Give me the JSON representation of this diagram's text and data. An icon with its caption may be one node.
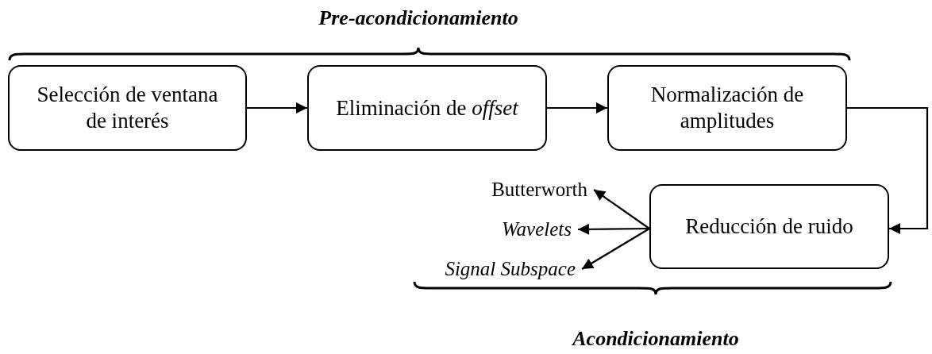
{
  "diagram": {
    "nodes": [
      {
        "text": [
          "Selección de ventana de interés"
        ]
      },
      {
        "text": [
          "Eliminación de *offset*"
        ]
      },
      {
        "text": [
          "Normalización de amplitudes"
        ]
      },
      {
        "text": [
          "Reducción de ruido"
        ]
      },
      {
        "text": [
          "Butterworth"
        ]
      },
      {
        "text": [
          "Wavelets"
        ]
      },
      {
        "text": [
          "Signal Subspace"
        ]
      }
    ],
    "edges": [
      {
        "from": 0,
        "to": 1,
        "arrow": "to"
      },
      {
        "from": 1,
        "to": 2,
        "arrow": "to"
      },
      {
        "from": 2,
        "to": 3,
        "arrow": "to"
      },
      {
        "from": 3,
        "to": 4,
        "arrow": "to"
      },
      {
        "from": 3,
        "to": 5,
        "arrow": "to"
      },
      {
        "from": 3,
        "to": 6,
        "arrow": "to"
      }
    ],
    "labels": [
      "Pre-acondicionamiento",
      "Acondicionamiento"
    ]
  }
}
